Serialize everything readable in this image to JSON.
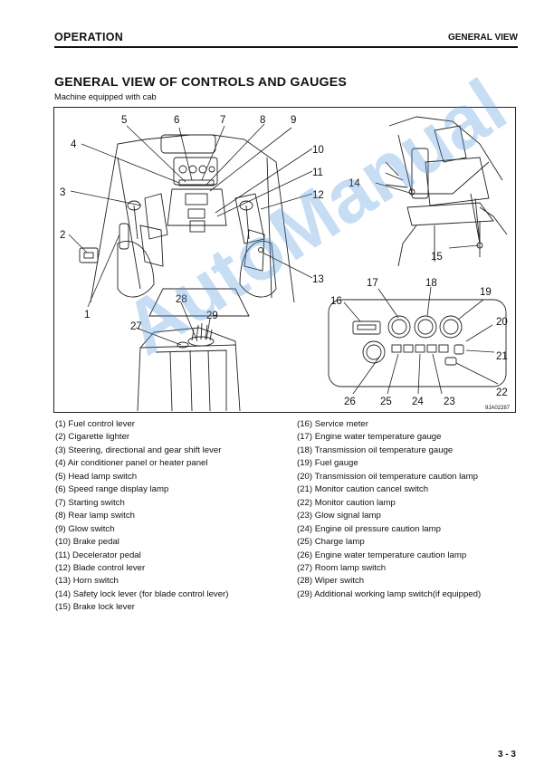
{
  "header": {
    "left": "OPERATION",
    "right": "GENERAL VIEW"
  },
  "title": "GENERAL VIEW OF CONTROLS AND GAUGES",
  "subtitle": "Machine equipped with cab",
  "figure": {
    "code": "9JA02287",
    "callouts": [
      "1",
      "2",
      "3",
      "4",
      "5",
      "6",
      "7",
      "8",
      "9",
      "10",
      "11",
      "12",
      "13",
      "14",
      "15",
      "16",
      "17",
      "18",
      "19",
      "20",
      "21",
      "22",
      "23",
      "24",
      "25",
      "26",
      "27",
      "28",
      "29"
    ]
  },
  "legend_left": [
    "(1) Fuel control lever",
    "(2) Cigarette lighter",
    "(3) Steering, directional and gear shift lever",
    "(4) Air conditioner panel or heater panel",
    "(5) Head lamp switch",
    "(6) Speed range display lamp",
    "(7) Starting switch",
    "(8) Rear lamp switch",
    "(9) Glow switch",
    "(10) Brake pedal",
    "(11) Decelerator pedal",
    "(12) Blade control lever",
    "(13) Horn switch",
    "(14) Safety lock lever (for blade control lever)",
    "(15) Brake lock lever"
  ],
  "legend_right": [
    "(16) Service meter",
    "(17) Engine water temperature gauge",
    "(18) Transmission oil temperature gauge",
    "(19) Fuel gauge",
    "(20) Transmission oil temperature caution lamp",
    "(21) Monitor caution cancel switch",
    "(22) Monitor caution lamp",
    "(23) Glow signal lamp",
    "(24) Engine oil pressure caution lamp",
    "(25) Charge lamp",
    "(26) Engine water temperature caution lamp",
    "(27) Room lamp switch",
    "(28) Wiper switch",
    "(29) Additional working lamp switch(if equipped)"
  ],
  "page_number": "3 - 3",
  "watermark": "AutoManual"
}
